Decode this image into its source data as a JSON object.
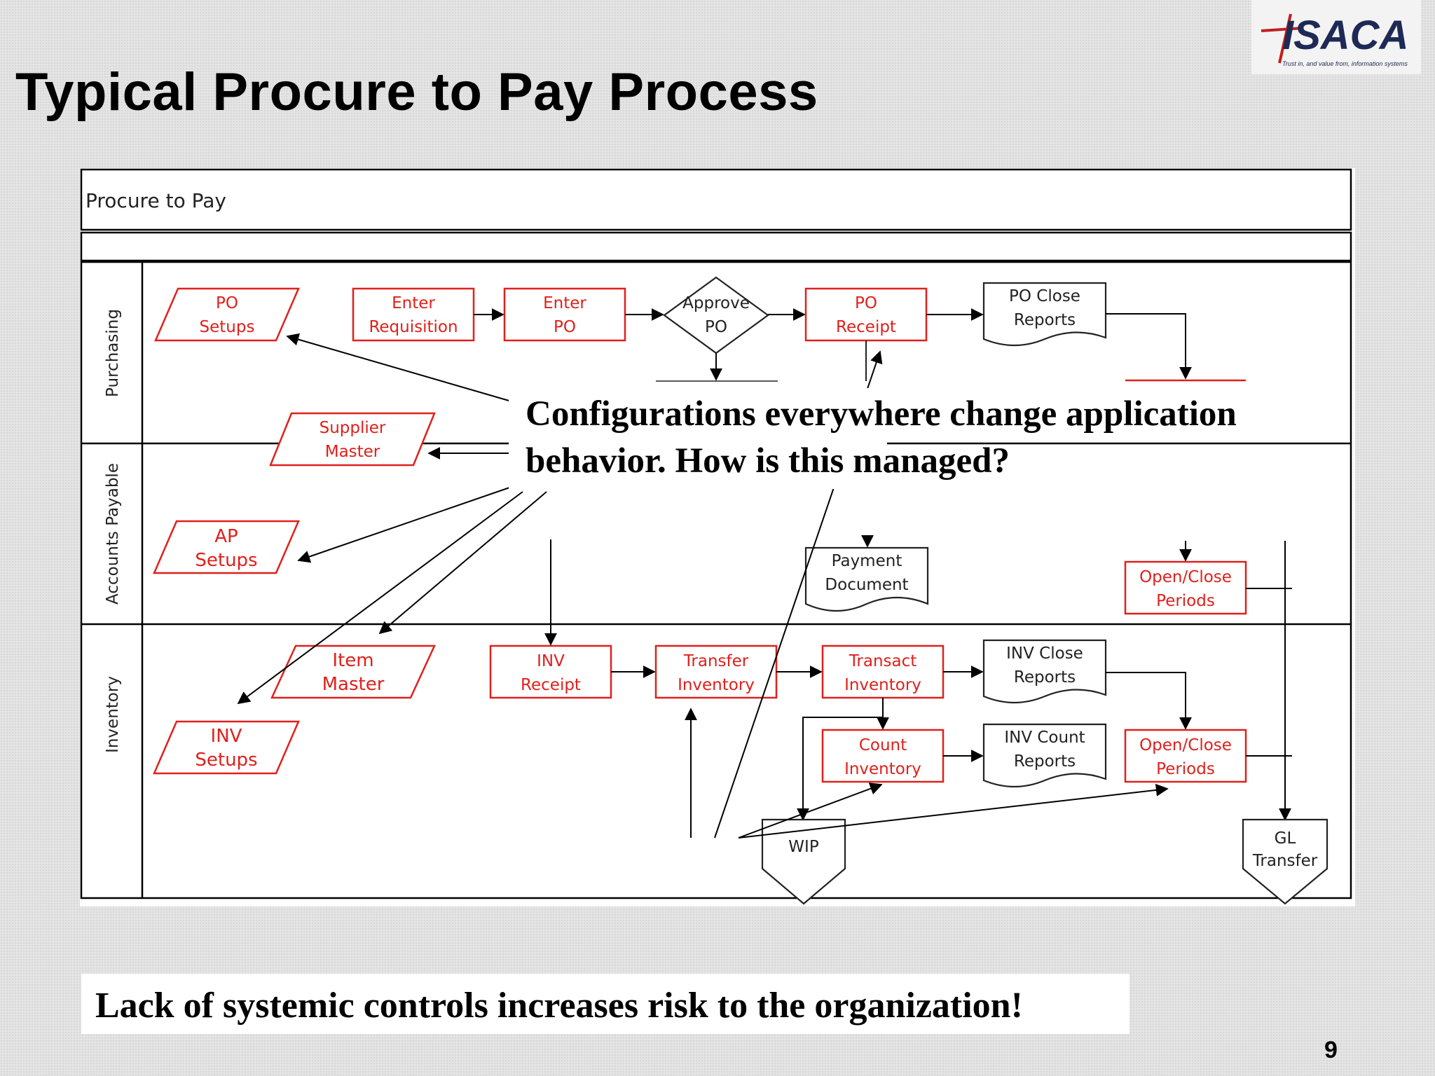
{
  "slide": {
    "title": "Typical Procure to Pay Process",
    "footer": "Lack of systemic controls increases risk to the organization!",
    "page_number": "9"
  },
  "logo": {
    "text": "ISACA",
    "tagline": "Trust in, and value from, information systems",
    "icon": "isaca-logo"
  },
  "diagram": {
    "title": "Procure to Pay",
    "lanes": [
      "Purchasing",
      "Accounts Payable",
      "Inventory"
    ],
    "nodes": {
      "po_setups": [
        "PO",
        "Setups"
      ],
      "enter_requisition": [
        "Enter",
        "Requisition"
      ],
      "enter_po": [
        "Enter",
        "PO"
      ],
      "approve_po": [
        "Approve",
        "PO"
      ],
      "po_receipt": [
        "PO",
        "Receipt"
      ],
      "po_close_reports": [
        "PO Close",
        "Reports"
      ],
      "supplier_master": [
        "Supplier",
        "Master"
      ],
      "ap_setups": [
        "AP",
        "Setups"
      ],
      "payment_document": [
        "Payment",
        "Document"
      ],
      "ap_open_close_periods": [
        "Open/Close",
        "Periods"
      ],
      "item_master": [
        "Item",
        "Master"
      ],
      "inv_setups": [
        "INV",
        "Setups"
      ],
      "inv_receipt": [
        "INV",
        "Receipt"
      ],
      "transfer_inventory": [
        "Transfer",
        "Inventory"
      ],
      "transact_inventory": [
        "Transact",
        "Inventory"
      ],
      "inv_close_reports": [
        "INV Close",
        "Reports"
      ],
      "count_inventory": [
        "Count",
        "Inventory"
      ],
      "inv_count_reports": [
        "INV Count",
        "Reports"
      ],
      "inv_open_close_periods": [
        "Open/Close",
        "Periods"
      ],
      "wip": [
        "WIP"
      ],
      "gl_transfer": [
        "GL",
        "Transfer"
      ]
    },
    "callout": [
      "Configurations everywhere change application",
      "behavior.  How is this managed?"
    ],
    "colors": {
      "configurable": "#e0201b",
      "standard": "#222222"
    }
  }
}
